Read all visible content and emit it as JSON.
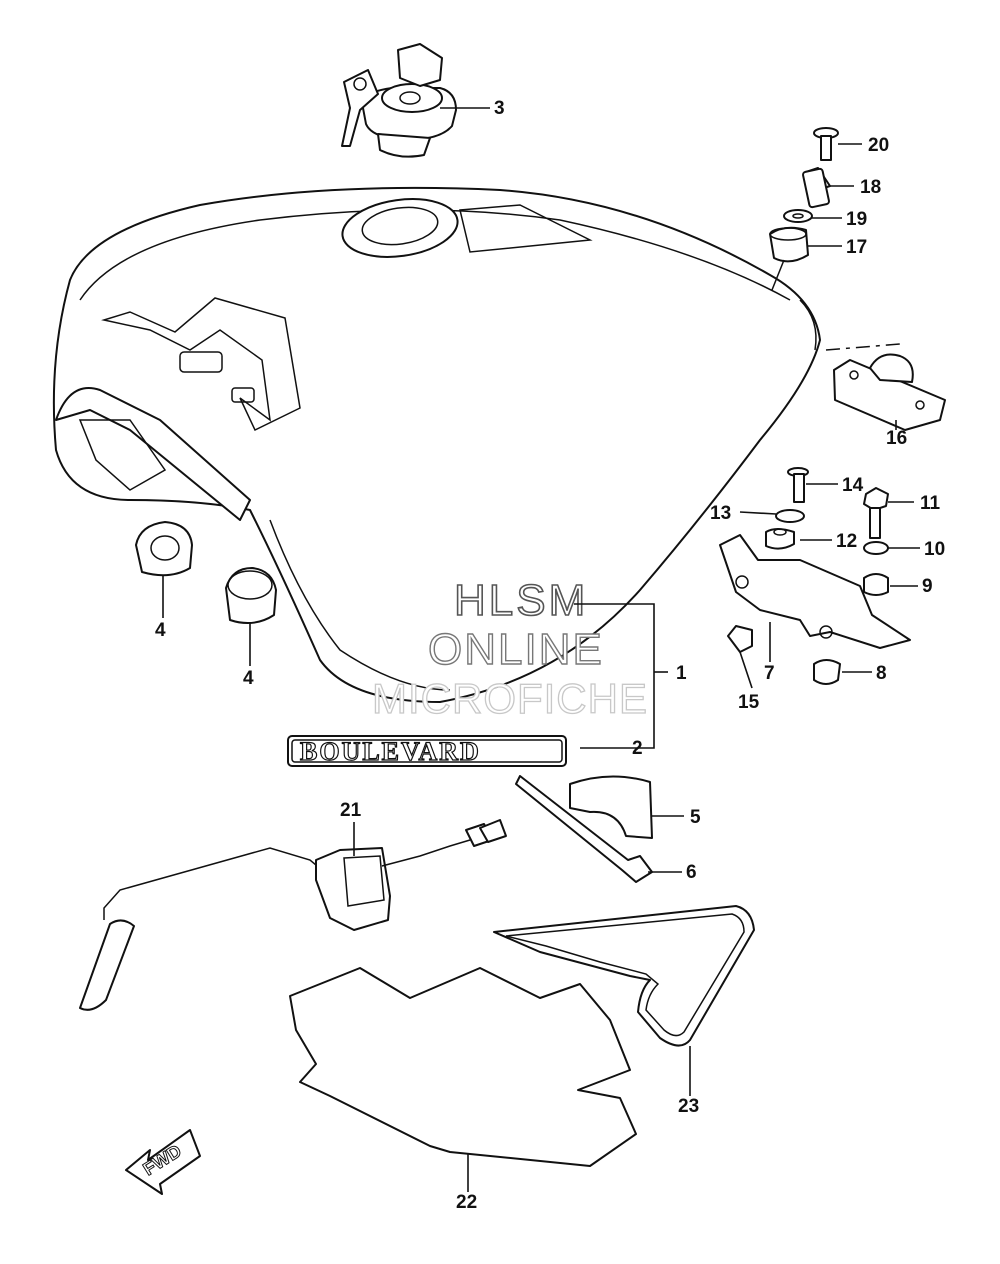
{
  "watermark": {
    "line1": "HLSM",
    "line2": "ONLINE",
    "line3": "MICROFICHE"
  },
  "emblem_text": "BOULEVARD",
  "fwd_label": "FWD",
  "callouts": {
    "c1": "1",
    "c2": "2",
    "c3": "3",
    "c4a": "4",
    "c4b": "4",
    "c5": "5",
    "c6": "6",
    "c7": "7",
    "c8": "8",
    "c9": "9",
    "c10": "10",
    "c11": "11",
    "c12": "12",
    "c13": "13",
    "c14": "14",
    "c15": "15",
    "c16": "16",
    "c17": "17",
    "c18": "18",
    "c19": "19",
    "c20": "20",
    "c21": "21",
    "c22": "22",
    "c23": "23"
  }
}
